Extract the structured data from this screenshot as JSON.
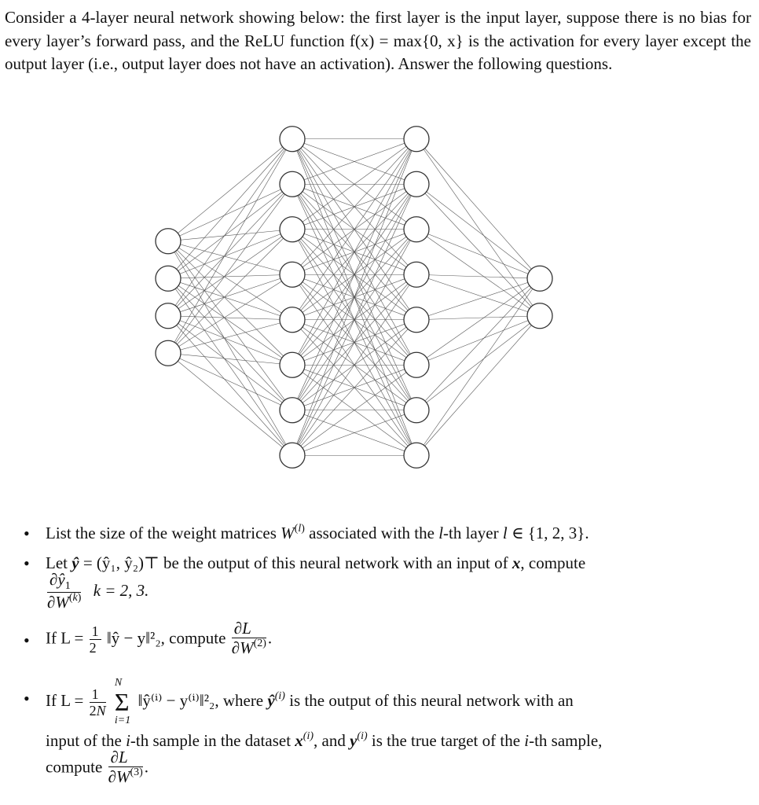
{
  "intro": {
    "text": "Consider a 4-layer neural network showing below: the first layer is the input layer, suppose there is no bias for every layer’s forward pass, and the ReLU function f(x) = max{0, x} is the activation for every layer except the output layer (i.e., output layer does not have an activation). Answer the following questions."
  },
  "network": {
    "layer_sizes": [
      4,
      8,
      8,
      2
    ]
  },
  "questions": {
    "q1": {
      "prefix": "List the size of the weight matrices",
      "mid": "associated with the",
      "ltext": "-th layer",
      "set": "∈ {1, 2, 3}."
    },
    "q2": {
      "prefix": "Let",
      "eq": "= (ŷ₁, ŷ₂)⊤",
      "mid": "be the output of this neural network with an input of",
      "suffix": ", compute",
      "k": "k = 2, 3."
    },
    "q3": {
      "prefix": "If L =",
      "norm": "‖ŷ − y‖²₂, compute",
      "end": "."
    },
    "q4": {
      "prefix": "If L =",
      "norm": "‖ŷ⁽ⁱ⁾ − y⁽ⁱ⁾‖²₂, where",
      "mid": "is the output of this neural network with an",
      "line2a": "input of the",
      "line2b": "-th sample in the dataset",
      "line2c": ", and",
      "line2d": "is the true target of the",
      "line2e": "-th sample,",
      "compute": "compute"
    }
  }
}
